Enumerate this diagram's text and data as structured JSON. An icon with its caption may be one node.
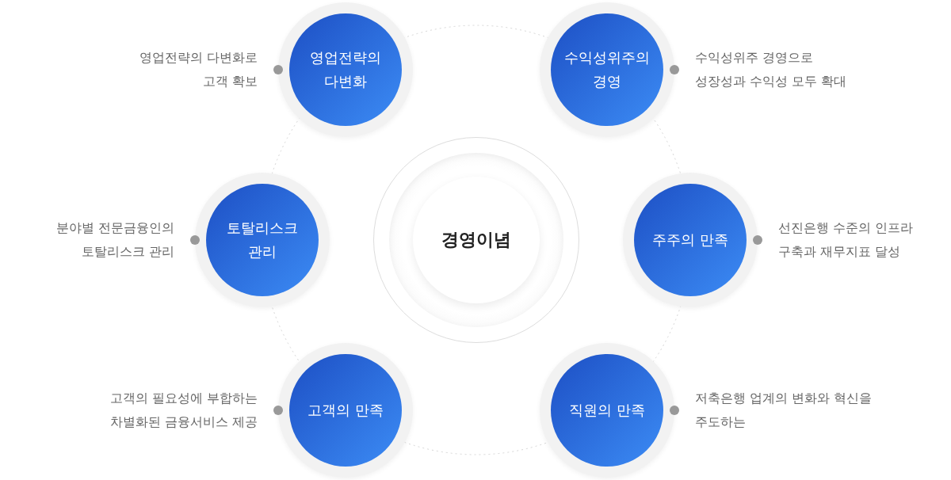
{
  "diagram": {
    "nodes": [
      {
        "text": [
          "경영이념"
        ]
      },
      {
        "text": [
          "영업전략의 다변화"
        ],
        "beside": [
          "영업전략의 다변화로 고객 확보"
        ]
      },
      {
        "text": [
          "수익성위주의 경영"
        ],
        "beside": [
          "수익성위주 경영으로 성장성과 수익성 모두 확대"
        ]
      },
      {
        "text": [
          "토탈리스크 관리"
        ],
        "beside": [
          "분야별 전문금융인의 토탈리스크 관리"
        ]
      },
      {
        "text": [
          "주주의 만족"
        ],
        "beside": [
          "선진은행 수준의 인프라 구축과 재무지표 달성"
        ]
      },
      {
        "text": [
          "고객의 만족"
        ],
        "beside": [
          "고객의 필요성에 부합하는 차별화된 금융서비스 제공"
        ]
      },
      {
        "text": [
          "직원의 만족"
        ],
        "beside": [
          "저축은행 업계의 변화와 혁신을 주도하는"
        ]
      }
    ],
    "edges": []
  }
}
